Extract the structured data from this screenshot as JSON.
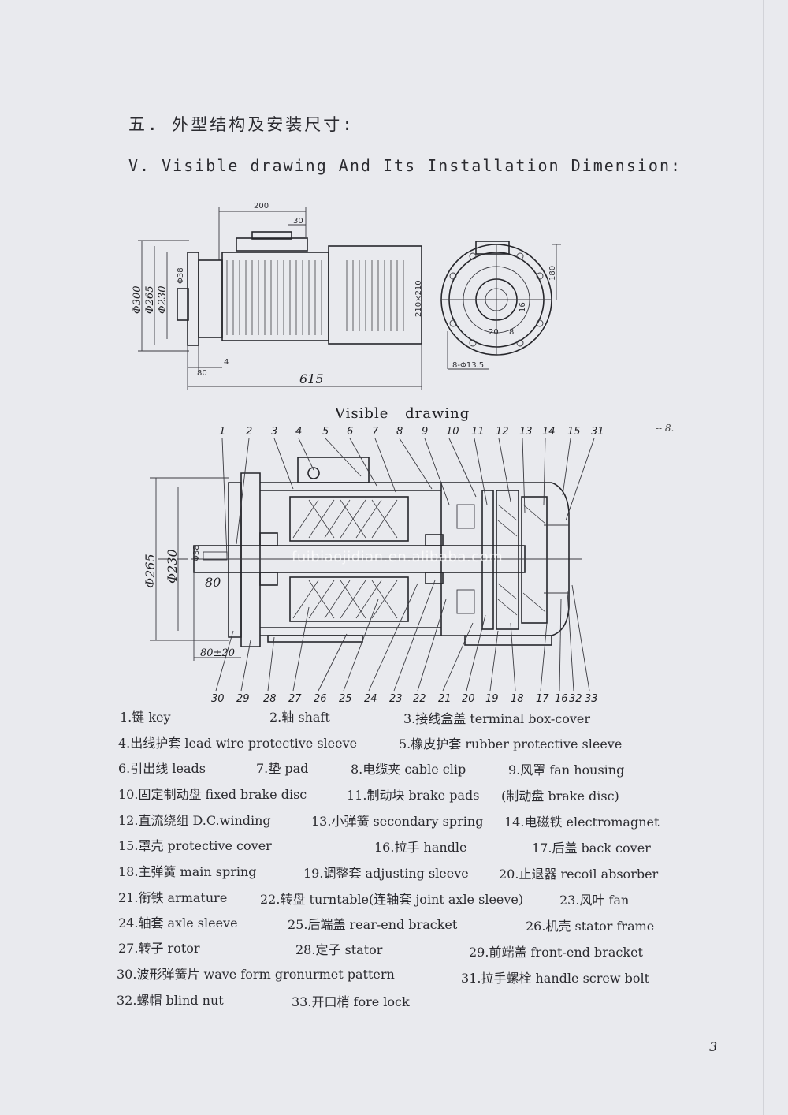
{
  "heading_cn": "五. 外型结构及安装尺寸:",
  "heading_en": "V. Visible drawing And Its Installation Dimension:",
  "drawing_caption": "Visible drawing",
  "corner_mark": "-- 8.",
  "watermark": "fuibiaojidian.en.alibaba.com",
  "page_number": "3",
  "top_drawing": {
    "dim_total": "615",
    "dim_200": "200",
    "dim_30": "30",
    "dim_d300": "Φ300",
    "dim_d265": "Φ265",
    "dim_d230": "Φ230",
    "dim_80": "80",
    "dim_4": "4",
    "dim_d38": "Φ38",
    "dim_box": "210×210",
    "dim_180": "180",
    "dim_holes": "8-Φ13.5",
    "dim_20": "20",
    "dim_8": "8",
    "dim_16": "16"
  },
  "section_drawing": {
    "callouts_top": [
      "1",
      "2",
      "3",
      "4",
      "5",
      "6",
      "7",
      "8",
      "9",
      "10",
      "11",
      "12",
      "13",
      "14",
      "15",
      "31"
    ],
    "callouts_bottom": [
      "30",
      "29",
      "28",
      "27",
      "26",
      "25",
      "24",
      "23",
      "22",
      "21",
      "20",
      "19",
      "18",
      "17",
      "16",
      "32",
      "33"
    ],
    "dim_d265": "Φ265",
    "dim_d230": "Φ230",
    "dim_d38": "Φ38",
    "dim_80": "80",
    "dim_80_20": "80±20"
  },
  "legend": [
    "1.键 key",
    "2.轴 shaft",
    "3.接线盒盖 terminal box-cover",
    "4.出线护套 lead wire protective sleeve",
    "5.橡皮护套 rubber protective sleeve",
    "6.引出线 leads",
    "7.垫 pad",
    "8.电缆夹 cable clip",
    "9.风罩 fan housing",
    "10.固定制动盘 fixed brake disc",
    "11.制动块 brake pads",
    "(制动盘 brake disc)",
    "12.直流绕组 D.C.winding",
    "13.小弹簧 secondary spring",
    "14.电磁铁 electromagnet",
    "15.罩壳 protective cover",
    "16.拉手 handle",
    "17.后盖 back cover",
    "18.主弹簧 main spring",
    "19.调整套 adjusting sleeve",
    "20.止退器 recoil absorber",
    "21.衔铁 armature",
    "22.转盘 turntable(连轴套 joint axle sleeve)",
    "23.风叶 fan",
    "24.轴套 axle sleeve",
    "25.后端盖 rear-end bracket",
    "26.机壳 stator frame",
    "27.转子 rotor",
    "28.定子 stator",
    "29.前端盖 front-end bracket",
    "30.波形弹簧片 wave form gronurmet pattern",
    "31.拉手螺栓 handle screw bolt",
    "32.螺帽 blind nut",
    "33.开口梢 fore lock"
  ]
}
